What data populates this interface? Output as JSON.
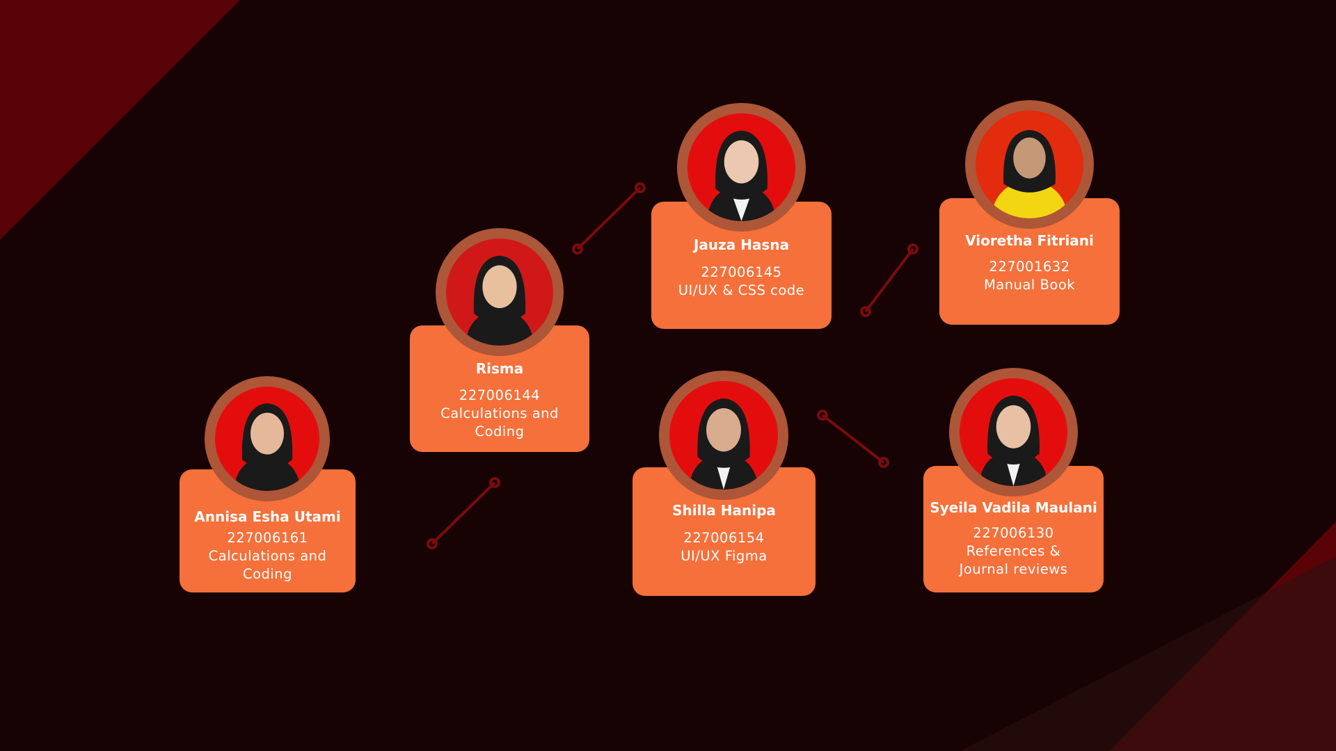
{
  "colors": {
    "background": "#170204",
    "accent_red": "#5a0306",
    "card": "#f5703a",
    "avatar_ring": "#ad5638",
    "avatar_bg": "#e40d0d"
  },
  "members": [
    {
      "name": "Annisa Esha Utami",
      "id": "227006161",
      "role_line1": "Calculations and",
      "role_line2": "Coding",
      "photo_icon": "person-photo-icon"
    },
    {
      "name": "Risma",
      "id": "227006144",
      "role_line1": "Calculations and",
      "role_line2": "Coding",
      "photo_icon": "person-photo-icon"
    },
    {
      "name": "Jauza Hasna",
      "id": "227006145",
      "role_line1": "UI/UX & CSS code",
      "role_line2": "",
      "photo_icon": "person-photo-icon"
    },
    {
      "name": "Shilla Hanipa",
      "id": "227006154",
      "role_line1": "UI/UX Figma",
      "role_line2": "",
      "photo_icon": "person-photo-icon"
    },
    {
      "name": "Vioretha Fitriani",
      "id": "227001632",
      "role_line1": "Manual Book",
      "role_line2": "",
      "photo_icon": "person-photo-icon"
    },
    {
      "name": "Syeila Vadila Maulani",
      "id": "227006130",
      "role_line1": "References &",
      "role_line2": "Journal reviews",
      "photo_icon": "person-photo-icon"
    }
  ]
}
